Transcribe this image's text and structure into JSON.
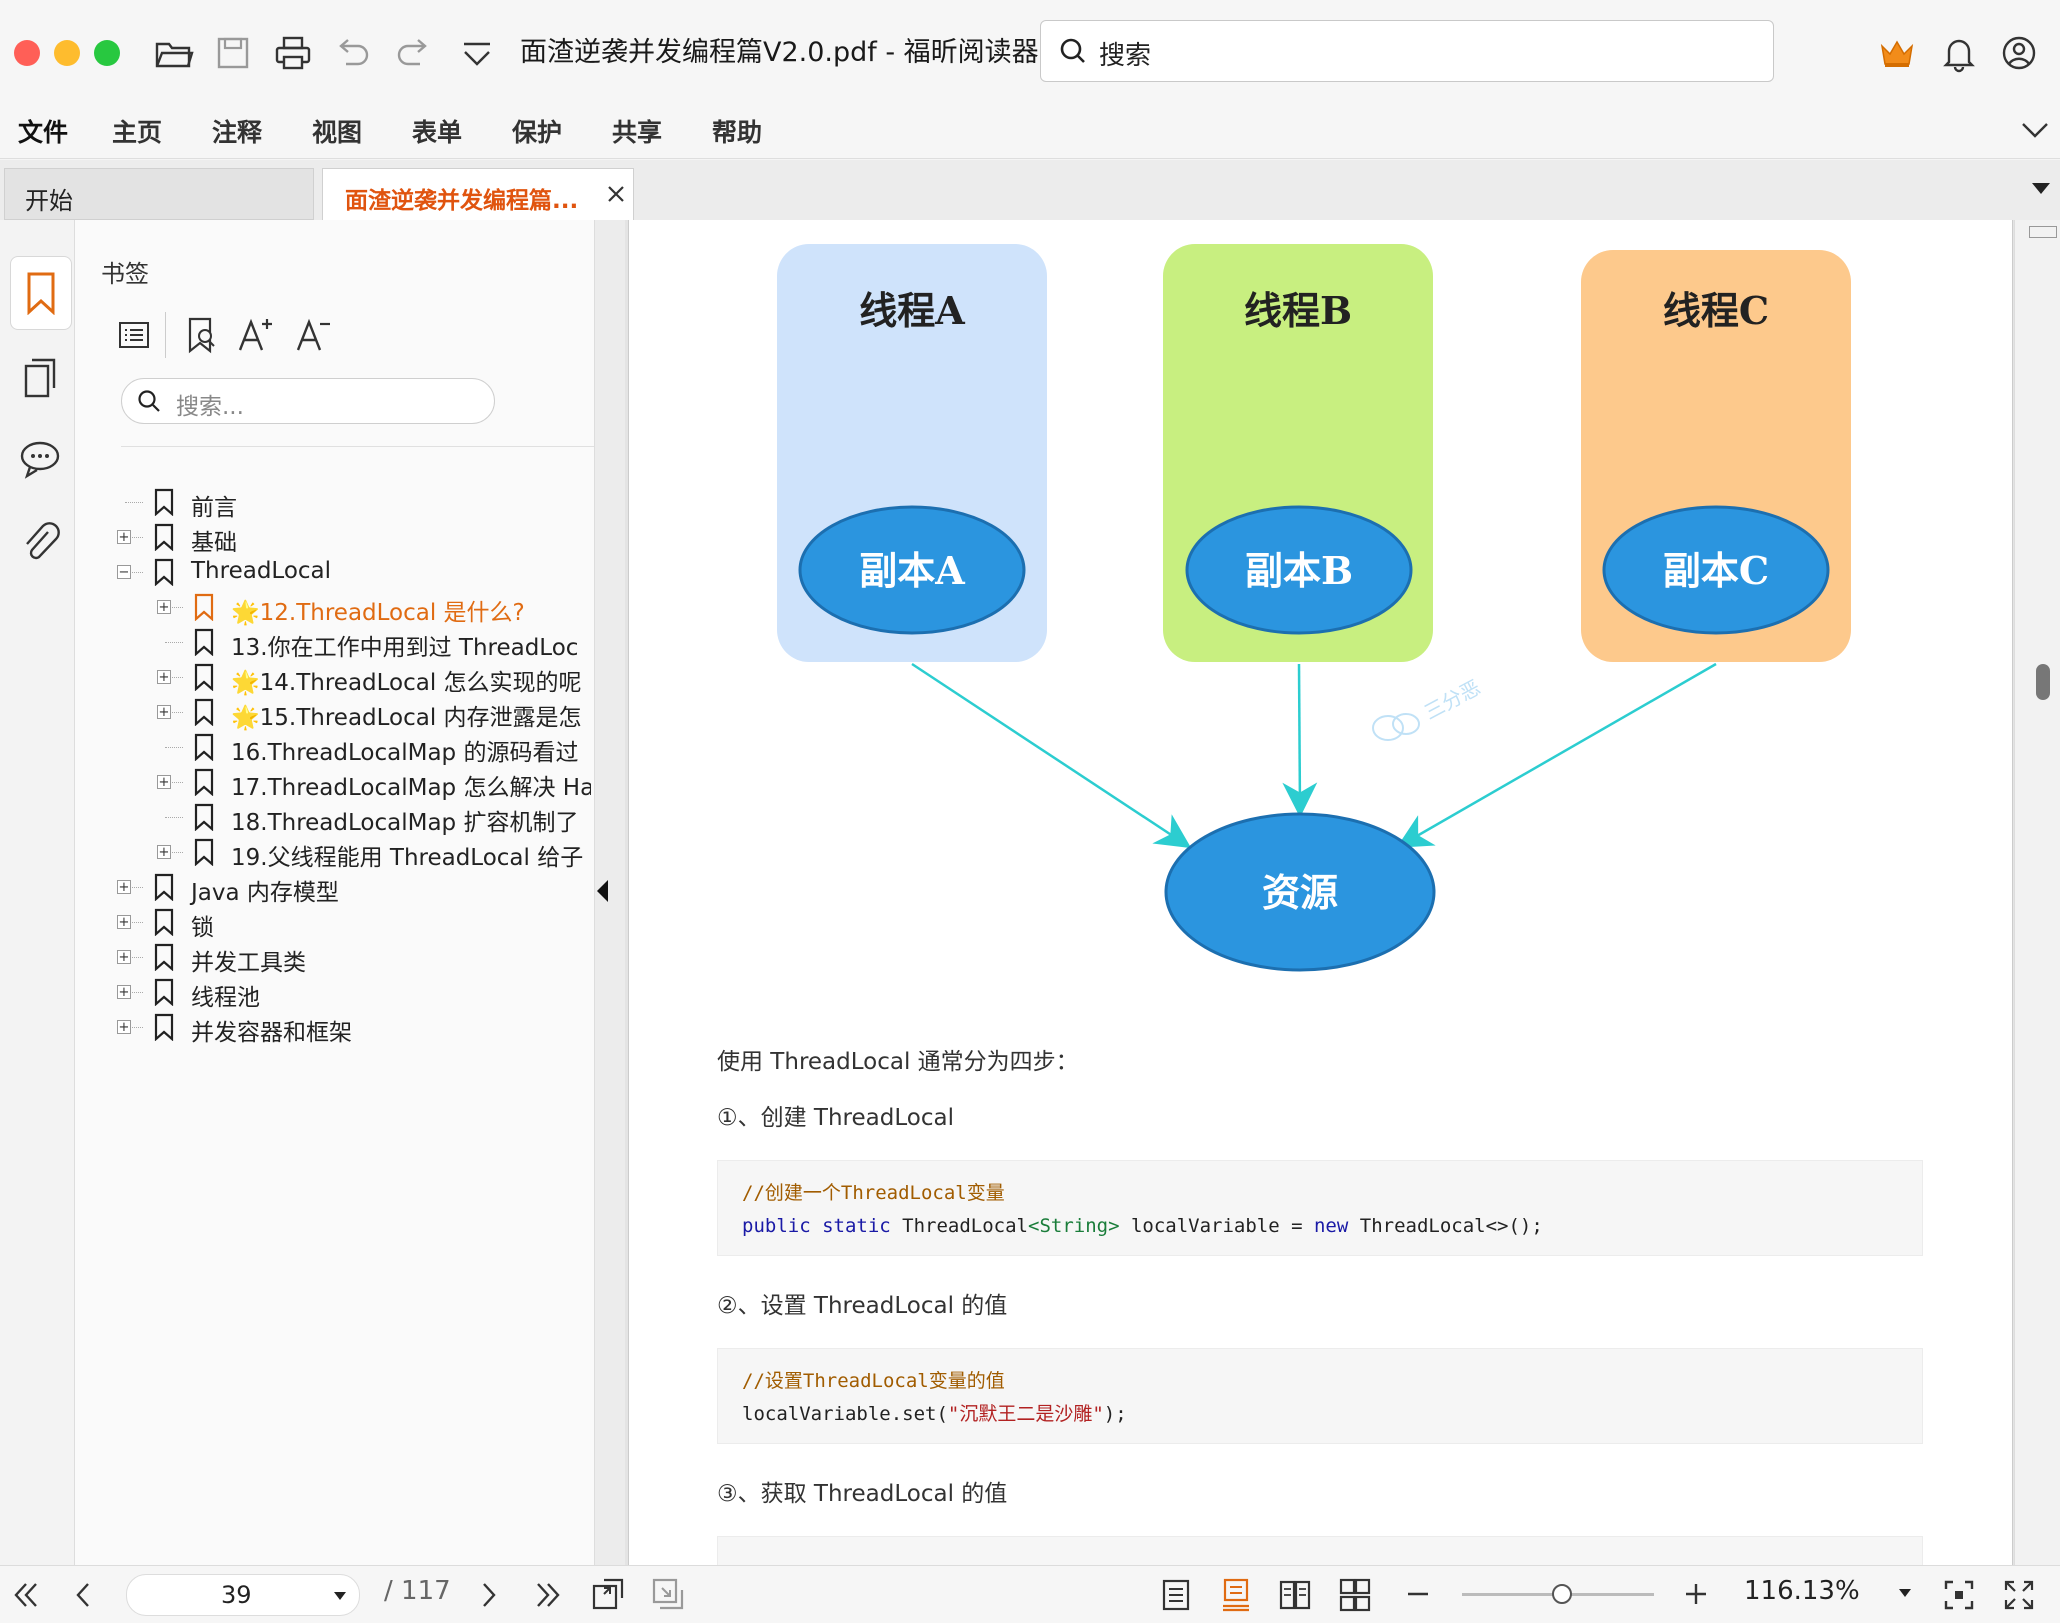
{
  "window": {
    "title": "面渣逆袭并发编程篇V2.0.pdf - 福昕阅读器",
    "search_placeholder": "搜索"
  },
  "menu": [
    "文件",
    "主页",
    "注释",
    "视图",
    "表单",
    "保护",
    "共享",
    "帮助"
  ],
  "tabs": [
    {
      "label": "开始"
    },
    {
      "label": "面渣逆袭并发编程篇..."
    }
  ],
  "panel": {
    "title": "书签",
    "search_placeholder": "搜索..."
  },
  "bookmarks": [
    {
      "label": "前言",
      "level": 0,
      "toggle": "none"
    },
    {
      "label": "基础",
      "level": 0,
      "toggle": "+"
    },
    {
      "label": "ThreadLocal",
      "level": 0,
      "toggle": "-"
    },
    {
      "label": "🌟12.ThreadLocal 是什么?",
      "level": 1,
      "toggle": "+",
      "active": true
    },
    {
      "label": "13.你在工作中用到过 ThreadLoc",
      "level": 1,
      "toggle": "none"
    },
    {
      "label": "🌟14.ThreadLocal 怎么实现的呢",
      "level": 1,
      "toggle": "+"
    },
    {
      "label": "🌟15.ThreadLocal 内存泄露是怎",
      "level": 1,
      "toggle": "+"
    },
    {
      "label": "16.ThreadLocalMap 的源码看过",
      "level": 1,
      "toggle": "none"
    },
    {
      "label": "17.ThreadLocalMap 怎么解决 Ha",
      "level": 1,
      "toggle": "+"
    },
    {
      "label": "18.ThreadLocalMap 扩容机制了",
      "level": 1,
      "toggle": "none"
    },
    {
      "label": "19.父线程能用 ThreadLocal 给子",
      "level": 1,
      "toggle": "+"
    },
    {
      "label": "Java 内存模型",
      "level": 0,
      "toggle": "+"
    },
    {
      "label": "锁",
      "level": 0,
      "toggle": "+"
    },
    {
      "label": "并发工具类",
      "level": 0,
      "toggle": "+"
    },
    {
      "label": "线程池",
      "level": 0,
      "toggle": "+"
    },
    {
      "label": "并发容器和框架",
      "level": 0,
      "toggle": "+"
    }
  ],
  "diagram": {
    "threads": [
      {
        "title": "线程A",
        "copy": "副本A",
        "color": "#cfe3fb"
      },
      {
        "title": "线程B",
        "copy": "副本B",
        "color": "#c8ef80"
      },
      {
        "title": "线程C",
        "copy": "副本C",
        "color": "#fdc98c"
      }
    ],
    "resource": "资源",
    "watermark": "三分恶"
  },
  "content": {
    "intro": "使用 ThreadLocal 通常分为四步：",
    "step1": "①、创建 ThreadLocal",
    "code1_comment": "//创建一个ThreadLocal变量",
    "code1_p1": "public static",
    "code1_p2": " ThreadLocal",
    "code1_p3": "<String>",
    "code1_p4": " localVariable = ",
    "code1_p5": "new",
    "code1_p6": " ThreadLocal<>();",
    "step2": "②、设置 ThreadLocal 的值",
    "code2_comment": "//设置ThreadLocal变量的值",
    "code2_p1": "localVariable.set(",
    "code2_p2": "\"沉默王二是沙雕\"",
    "code2_p3": ");",
    "step3": "③、获取 ThreadLocal 的值"
  },
  "status": {
    "page": "39",
    "total": "/ 117",
    "zoom": "116.13%",
    "zoom_level": 0.52
  },
  "colors": {
    "accent": "#e06b12",
    "ellipse": "#2b95df",
    "arrow": "#2ccdd0"
  }
}
